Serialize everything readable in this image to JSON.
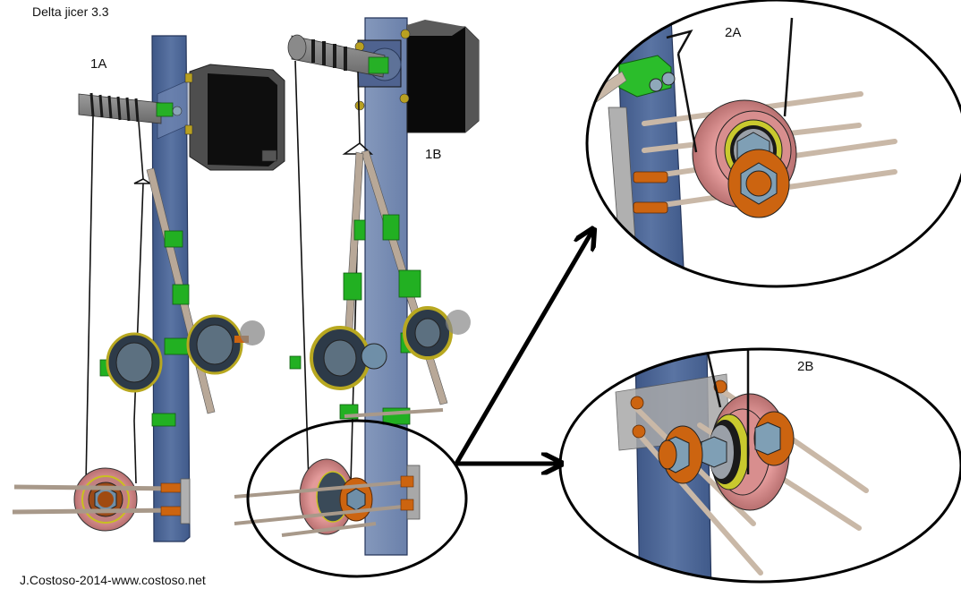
{
  "title": "Delta jicer 3.3",
  "credit": "J.Costoso-2014-www.costoso.net",
  "views": [
    {
      "id": "1A",
      "label": "1A",
      "description": "Carriage assembly, view A"
    },
    {
      "id": "1B",
      "label": "1B",
      "description": "Carriage assembly, view B"
    },
    {
      "id": "2A",
      "label": "2A",
      "description": "Detail of lower pulley, view A"
    },
    {
      "id": "2B",
      "label": "2B",
      "description": "Detail of lower pulley, view B"
    }
  ],
  "colors": {
    "column": "#4d6591",
    "column_edge": "#2e3f63",
    "motor_body": "#1a1a1a",
    "motor_cap": "#5f5f5f",
    "clamp": "#22b022",
    "pulley": "#d48a8a",
    "pulley_dark": "#a86464",
    "nut": "#7f9fb5",
    "bushing": "#cc6410",
    "rod": "#c8b8a6",
    "ring": "#d8d420",
    "wire": "#111111",
    "plate": "#a8a8a8"
  }
}
